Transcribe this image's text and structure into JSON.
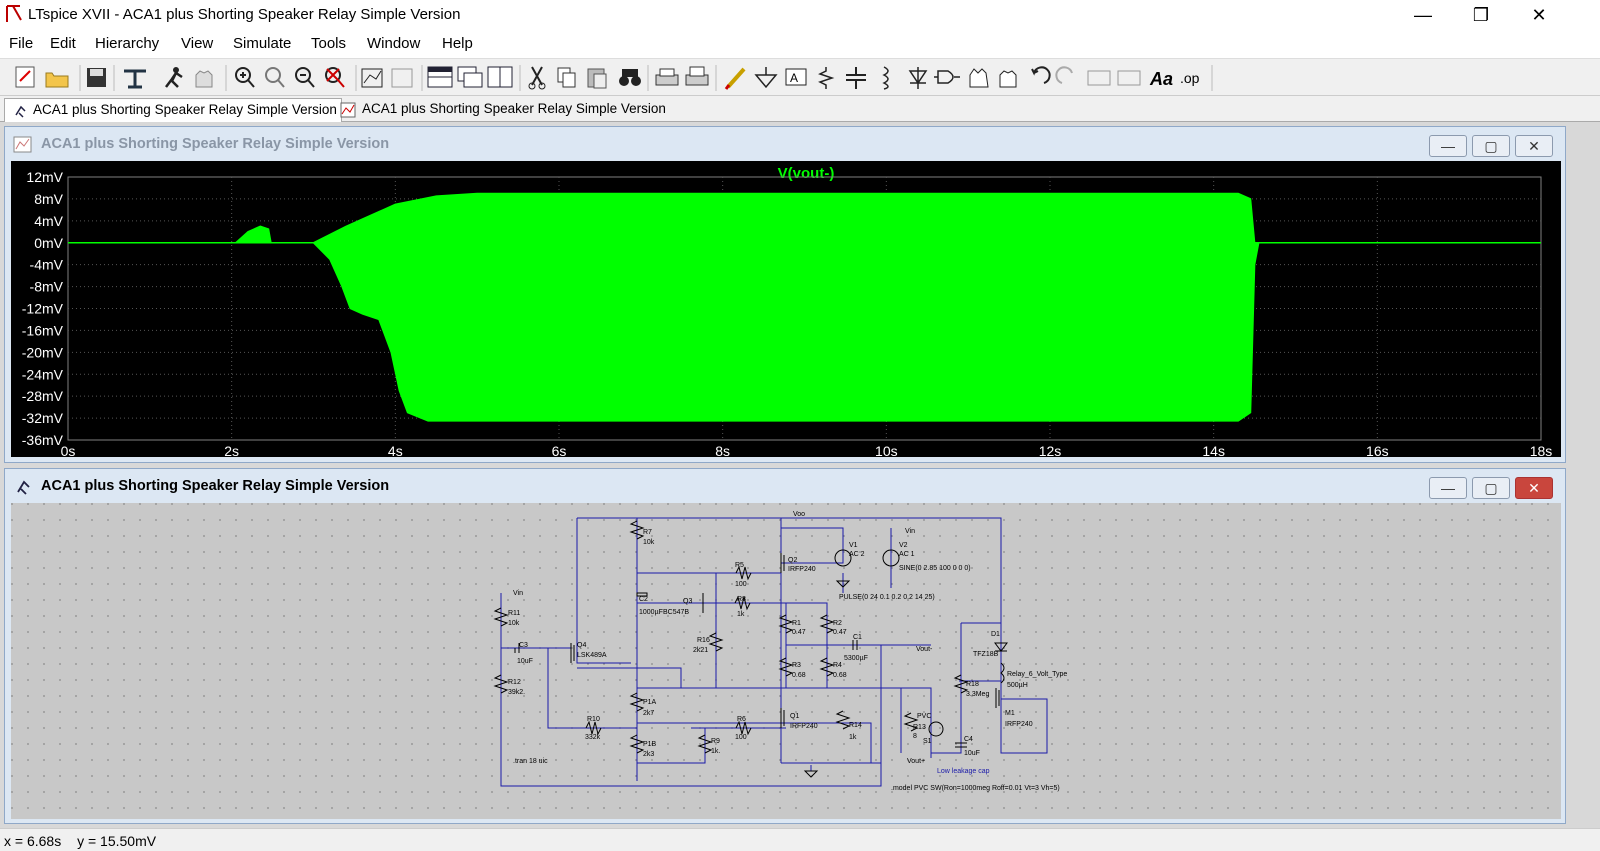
{
  "window": {
    "title": "LTspice XVII - ACA1 plus Shorting Speaker Relay Simple Version",
    "minimize": "—",
    "restore": "❐",
    "close": "✕"
  },
  "menu": [
    "File",
    "Edit",
    "Hierarchy",
    "View",
    "Simulate",
    "Tools",
    "Window",
    "Help"
  ],
  "tabs": [
    {
      "label": "ACA1 plus Shorting Speaker Relay Simple Version",
      "icon": "schematic-icon",
      "active": true
    },
    {
      "label": "ACA1 plus Shorting Speaker Relay Simple Version",
      "icon": "waveform-icon",
      "active": false
    }
  ],
  "waveform_window": {
    "title": "ACA1 plus Shorting Speaker Relay Simple Version",
    "trace_label": "V(vout-)",
    "trace_color": "#00ff00",
    "background": "#000000"
  },
  "chart_data": {
    "type": "line",
    "title": "V(vout-)",
    "xlabel": "",
    "ylabel": "",
    "x_ticks": [
      "0s",
      "2s",
      "4s",
      "6s",
      "8s",
      "10s",
      "12s",
      "14s",
      "16s",
      "18s"
    ],
    "y_ticks": [
      "12mV",
      "8mV",
      "4mV",
      "0mV",
      "-4mV",
      "-8mV",
      "-12mV",
      "-16mV",
      "-20mV",
      "-24mV",
      "-28mV",
      "-32mV",
      "-36mV"
    ],
    "xlim": [
      0,
      18
    ],
    "ylim": [
      -36,
      12
    ],
    "grid": true,
    "series": [
      {
        "name": "V(vout-)",
        "upper_envelope": [
          [
            0,
            0
          ],
          [
            2.05,
            0
          ],
          [
            2.2,
            2
          ],
          [
            2.35,
            3
          ],
          [
            2.45,
            2.5
          ],
          [
            2.48,
            0
          ],
          [
            3.0,
            0
          ],
          [
            3.4,
            3
          ],
          [
            3.7,
            5
          ],
          [
            4.0,
            7
          ],
          [
            4.5,
            8.5
          ],
          [
            5,
            9
          ],
          [
            14.3,
            9
          ],
          [
            14.45,
            8
          ],
          [
            14.5,
            0
          ],
          [
            18,
            0
          ]
        ],
        "lower_envelope": [
          [
            0,
            0
          ],
          [
            3.0,
            0
          ],
          [
            3.2,
            -3
          ],
          [
            3.35,
            -8
          ],
          [
            3.45,
            -12
          ],
          [
            3.6,
            -13
          ],
          [
            3.8,
            -14
          ],
          [
            3.95,
            -20
          ],
          [
            4.05,
            -27
          ],
          [
            4.15,
            -31
          ],
          [
            4.4,
            -32.5
          ],
          [
            5,
            -32.5
          ],
          [
            14.3,
            -32.5
          ],
          [
            14.45,
            -31
          ],
          [
            14.5,
            -4
          ],
          [
            14.55,
            0
          ],
          [
            18,
            0
          ]
        ]
      }
    ]
  },
  "schematic_window": {
    "title": "ACA1 plus Shorting Speaker Relay Simple Version",
    "labels": {
      "voo": "Voo",
      "vin_top": "Vin",
      "vin_left": "Vin",
      "r7": "R7",
      "r7v": "10k",
      "r5": "R5",
      "r5v": "100",
      "q2": "Q2",
      "q2v": "IRFP240",
      "v1": "V1",
      "v1v": "AC 2",
      "v2": "V2",
      "v2v": "AC 1",
      "v2sine": "SINE(0 2.85 100 0 0 0)",
      "pulse": "PULSE(0 24 0.1 0.2 0.2 14 25)",
      "c2": "C2",
      "c2v": "1000µF",
      "q3": "Q3",
      "q3v": "BC547B",
      "r8": "R8",
      "r8v": "1k",
      "r11": "R11",
      "r11v": "10k",
      "c3": "C3",
      "c3v": "10uF",
      "q4": "Q4",
      "q4v": "LSK489A",
      "r16": "R16",
      "r16v": "2k21",
      "r1": "R1",
      "r1v": "0.47",
      "r2": "R2",
      "r2v": "0.47",
      "c1": "C1",
      "c1v": "5300µF",
      "voutm": "Vout-",
      "d1": "D1",
      "d1v": "TFZ18B",
      "r12": "R12",
      "r12v": "39k2.",
      "r3": "R3",
      "r3v": "0.68",
      "r4": "R4",
      "r4v": "0.68",
      "relay": "Relay_6_Volt_Type",
      "relayv": "500µH",
      "r18": "R18",
      "r18v": "3.3Meg",
      "p1a": "P1A",
      "p1av": "2k7",
      "r10": "R10",
      "r10v": "332k",
      "r6": "R6",
      "r6v": "100",
      "q1": "Q1",
      "q1v": "IRFP240",
      "r14": "R14",
      "r14v": "1k",
      "pvc": "PVC",
      "r13": "R13",
      "r13v": "8",
      "s1": "S1",
      "m1": "M1",
      "m1v": "IRFP240",
      "p1b": "P1B",
      "p1bv": "2k3",
      "r9": "R9",
      "r9v": "1k.",
      "c4": "C4",
      "c4v": "10uF",
      "tran": ".tran 18 uic",
      "voutp": "Vout+",
      "lowleak": "Low leakage cap",
      "model": ".model PVC SW(Ron=1000meg Roff=0.01 Vt=3 Vh=5)"
    }
  },
  "status": {
    "x_label": "x = 6.68s",
    "y_label": "y = 15.50mV"
  }
}
